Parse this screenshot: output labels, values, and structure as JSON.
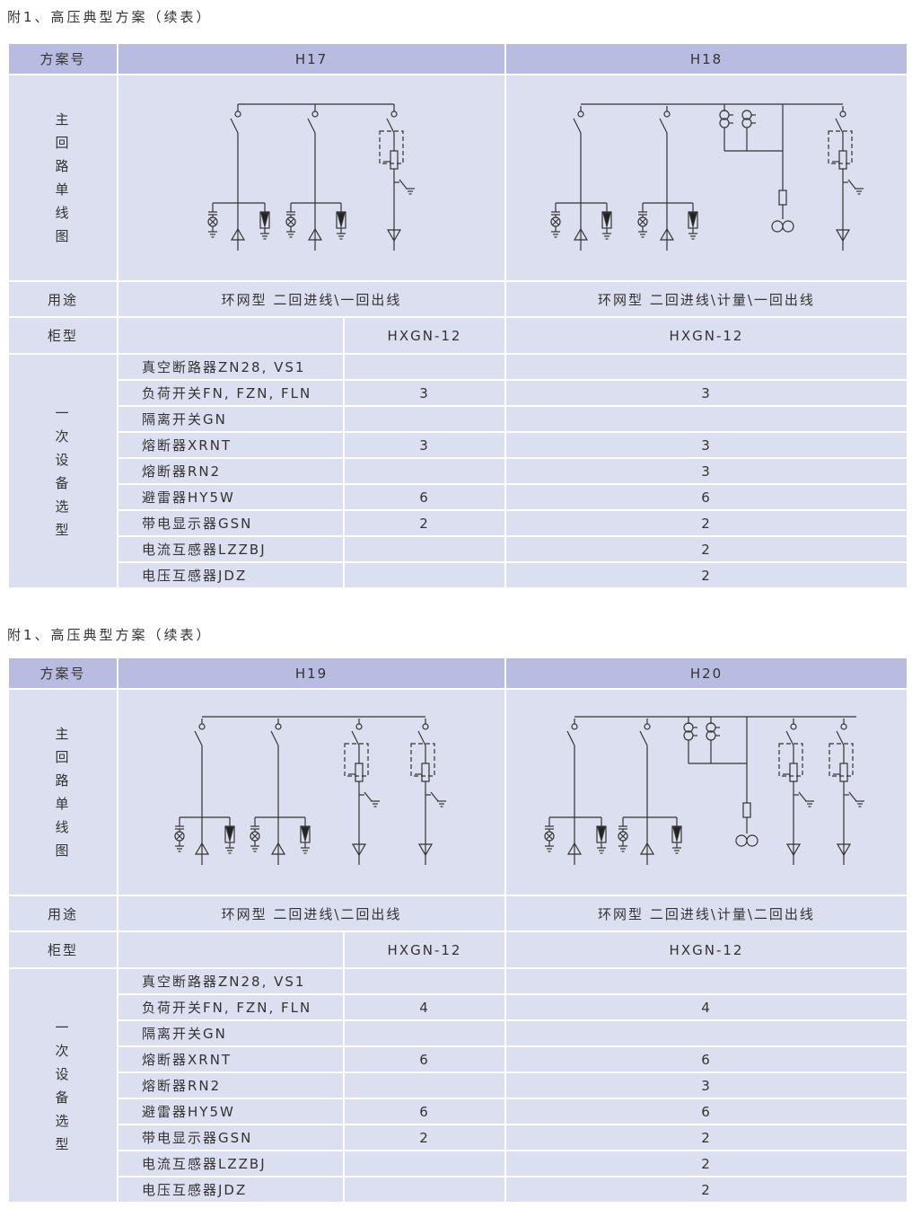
{
  "tables": [
    {
      "title": "附1、高压典型方案（续表）",
      "header_label": "方案号",
      "diagram_label": [
        "主",
        "回",
        "路",
        "单",
        "线",
        "图"
      ],
      "usage_label": "用途",
      "cabinet_label": "柜型",
      "equipment_label": [
        "一",
        "次",
        "设",
        "备",
        "选",
        "型"
      ],
      "schemes": [
        {
          "id": "H17",
          "usage": "环网型 二回进线\\一回出线",
          "cabinet": "HXGN-12"
        },
        {
          "id": "H18",
          "usage": "环网型 二回进线\\计量\\一回出线",
          "cabinet": "HXGN-12"
        }
      ],
      "items": [
        {
          "name": "真空断路器ZN28, VS1",
          "a": "",
          "b": ""
        },
        {
          "name": "负荷开关FN, FZN, FLN",
          "a": "3",
          "b": "3"
        },
        {
          "name": "隔离开关GN",
          "a": "",
          "b": ""
        },
        {
          "name": "熔断器XRNT",
          "a": "3",
          "b": "3"
        },
        {
          "name": "熔断器RN2",
          "a": "",
          "b": "3"
        },
        {
          "name": "避雷器HY5W",
          "a": "6",
          "b": "6"
        },
        {
          "name": "带电显示器GSN",
          "a": "2",
          "b": "2"
        },
        {
          "name": "电流互感器LZZBJ",
          "a": "",
          "b": "2"
        },
        {
          "name": "电压互感器JDZ",
          "a": "",
          "b": "2"
        }
      ]
    },
    {
      "title": "附1、高压典型方案（续表）",
      "header_label": "方案号",
      "diagram_label": [
        "主",
        "回",
        "路",
        "单",
        "线",
        "图"
      ],
      "usage_label": "用途",
      "cabinet_label": "柜型",
      "equipment_label": [
        "一",
        "次",
        "设",
        "备",
        "选",
        "型"
      ],
      "schemes": [
        {
          "id": "H19",
          "usage": "环网型  二回进线\\二回出线",
          "cabinet": "HXGN-12"
        },
        {
          "id": "H20",
          "usage": "环网型  二回进线\\计量\\二回出线",
          "cabinet": "HXGN-12"
        }
      ],
      "items": [
        {
          "name": "真空断路器ZN28, VS1",
          "a": "",
          "b": ""
        },
        {
          "name": "负荷开关FN, FZN, FLN",
          "a": "4",
          "b": "4"
        },
        {
          "name": "隔离开关GN",
          "a": "",
          "b": ""
        },
        {
          "name": "熔断器XRNT",
          "a": "6",
          "b": "6"
        },
        {
          "name": "熔断器RN2",
          "a": "",
          "b": "3"
        },
        {
          "name": "避雷器HY5W",
          "a": "6",
          "b": "6"
        },
        {
          "name": "带电显示器GSN",
          "a": "2",
          "b": "2"
        },
        {
          "name": "电流互感器LZZBJ",
          "a": "",
          "b": "2"
        },
        {
          "name": "电压互感器JDZ",
          "a": "",
          "b": "2"
        }
      ]
    }
  ]
}
